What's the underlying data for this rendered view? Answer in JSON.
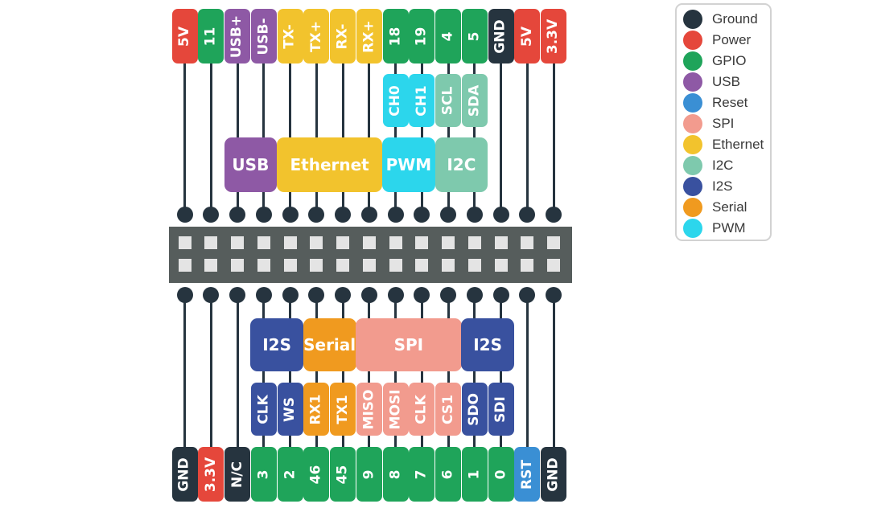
{
  "colors": {
    "ground": "#26343f",
    "power": "#e5473b",
    "gpio": "#1fa45a",
    "usb": "#8e59a5",
    "reset": "#3a8fd4",
    "spi": "#f29b8e",
    "ethernet": "#f2c32d",
    "i2c": "#7ec9ad",
    "i2s": "#39519f",
    "serial": "#f09a1f",
    "pwm": "#2cd6ec"
  },
  "legend": [
    {
      "label": "Ground",
      "category": "ground"
    },
    {
      "label": "Power",
      "category": "power"
    },
    {
      "label": "GPIO",
      "category": "gpio"
    },
    {
      "label": "USB",
      "category": "usb"
    },
    {
      "label": "Reset",
      "category": "reset"
    },
    {
      "label": "SPI",
      "category": "spi"
    },
    {
      "label": "Ethernet",
      "category": "ethernet"
    },
    {
      "label": "I2C",
      "category": "i2c"
    },
    {
      "label": "I2S",
      "category": "i2s"
    },
    {
      "label": "Serial",
      "category": "serial"
    },
    {
      "label": "PWM",
      "category": "pwm"
    }
  ],
  "top_pins": [
    {
      "label": "5V",
      "category": "power"
    },
    {
      "label": "11",
      "category": "gpio"
    },
    {
      "label": "USB+",
      "category": "usb"
    },
    {
      "label": "USB-",
      "category": "usb"
    },
    {
      "label": "TX-",
      "category": "ethernet"
    },
    {
      "label": "TX+",
      "category": "ethernet"
    },
    {
      "label": "RX-",
      "category": "ethernet"
    },
    {
      "label": "RX+",
      "category": "ethernet"
    },
    {
      "label": "18",
      "category": "gpio"
    },
    {
      "label": "19",
      "category": "gpio"
    },
    {
      "label": "4",
      "category": "gpio"
    },
    {
      "label": "5",
      "category": "gpio"
    },
    {
      "label": "GND",
      "category": "ground"
    },
    {
      "label": "5V",
      "category": "power"
    },
    {
      "label": "3.3V",
      "category": "power"
    }
  ],
  "top_subs": [
    {
      "pin": 8,
      "label": "CH0",
      "category": "pwm"
    },
    {
      "pin": 9,
      "label": "CH1",
      "category": "pwm"
    },
    {
      "pin": 10,
      "label": "SCL",
      "category": "i2c"
    },
    {
      "pin": 11,
      "label": "SDA",
      "category": "i2c"
    }
  ],
  "top_groups": [
    {
      "label": "USB",
      "category": "usb",
      "from": 2,
      "to": 3
    },
    {
      "label": "Ethernet",
      "category": "ethernet",
      "from": 4,
      "to": 7
    },
    {
      "label": "PWM",
      "category": "pwm",
      "from": 8,
      "to": 9
    },
    {
      "label": "I2C",
      "category": "i2c",
      "from": 10,
      "to": 11
    }
  ],
  "bottom_pins": [
    {
      "label": "GND",
      "category": "ground"
    },
    {
      "label": "3.3V",
      "category": "power"
    },
    {
      "label": "N/C",
      "category": "ground"
    },
    {
      "label": "3",
      "category": "gpio"
    },
    {
      "label": "2",
      "category": "gpio"
    },
    {
      "label": "46",
      "category": "gpio"
    },
    {
      "label": "45",
      "category": "gpio"
    },
    {
      "label": "9",
      "category": "gpio"
    },
    {
      "label": "8",
      "category": "gpio"
    },
    {
      "label": "7",
      "category": "gpio"
    },
    {
      "label": "6",
      "category": "gpio"
    },
    {
      "label": "1",
      "category": "gpio"
    },
    {
      "label": "0",
      "category": "gpio"
    },
    {
      "label": "RST",
      "category": "reset"
    },
    {
      "label": "GND",
      "category": "ground"
    }
  ],
  "bottom_subs": [
    {
      "pin": 3,
      "label": "CLK",
      "category": "i2s"
    },
    {
      "pin": 4,
      "label": "WS",
      "category": "i2s"
    },
    {
      "pin": 5,
      "label": "RX1",
      "category": "serial"
    },
    {
      "pin": 6,
      "label": "TX1",
      "category": "serial"
    },
    {
      "pin": 7,
      "label": "MISO",
      "category": "spi"
    },
    {
      "pin": 8,
      "label": "MOSI",
      "category": "spi"
    },
    {
      "pin": 9,
      "label": "CLK",
      "category": "spi"
    },
    {
      "pin": 10,
      "label": "CS1",
      "category": "spi"
    },
    {
      "pin": 11,
      "label": "SDO",
      "category": "i2s"
    },
    {
      "pin": 12,
      "label": "SDI",
      "category": "i2s"
    }
  ],
  "bottom_groups": [
    {
      "label": "I2S",
      "category": "i2s",
      "from": 3,
      "to": 4
    },
    {
      "label": "Serial",
      "category": "serial",
      "from": 5,
      "to": 6
    },
    {
      "label": "SPI",
      "category": "spi",
      "from": 7,
      "to": 10
    },
    {
      "label": "I2S",
      "category": "i2s",
      "from": 11,
      "to": 12
    }
  ]
}
